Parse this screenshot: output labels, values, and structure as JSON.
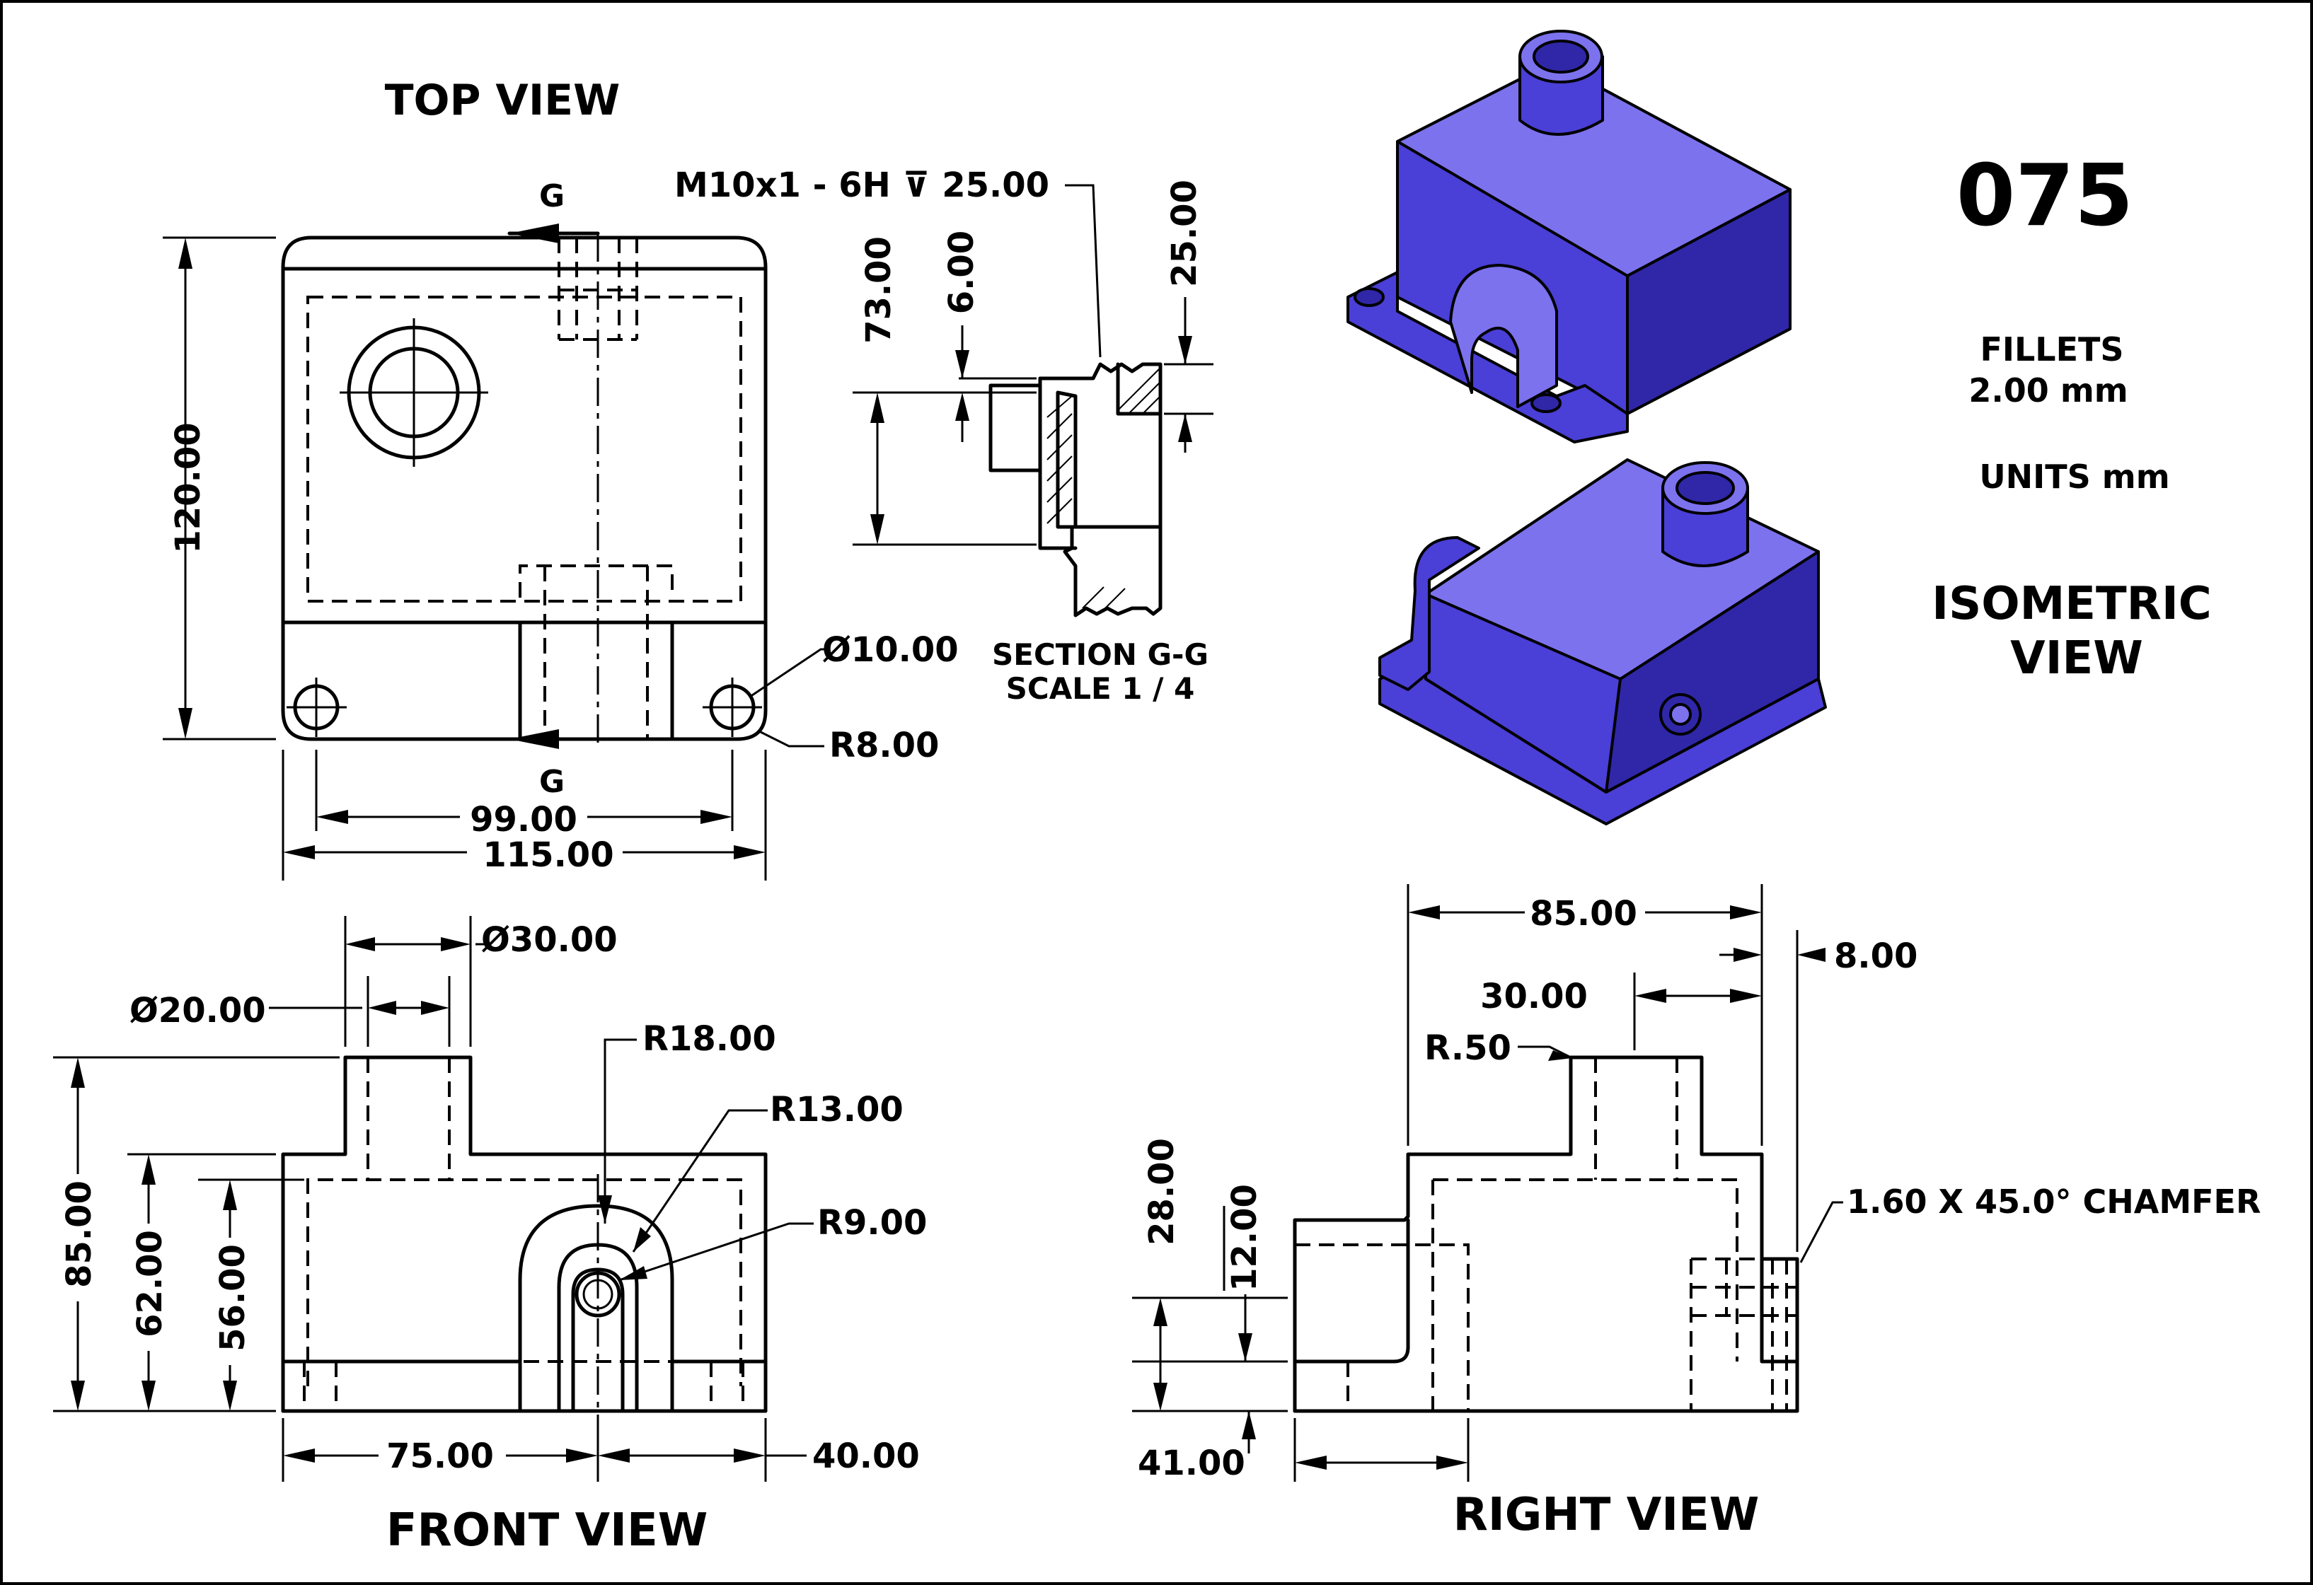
{
  "drawing": {
    "number": "075",
    "fillets_label": "FILLETS",
    "fillets_value": "2.00 mm",
    "units": "UNITS mm",
    "isometric_line1": "ISOMETRIC",
    "isometric_line2": "VIEW"
  },
  "views": {
    "top": "TOP VIEW",
    "front": "FRONT VIEW",
    "right": "RIGHT VIEW",
    "section_line1": "SECTION G-G",
    "section_line2": "SCALE 1 / 4"
  },
  "section_marker": "G",
  "dimensions": {
    "top_height": "120.00",
    "top_inner_width": "99.00",
    "top_width": "115.00",
    "hole_dia": "Ø10.00",
    "corner_radius": "R8.00",
    "thread": "M10x1 - 6H ⊽ 25.00",
    "sec_73": "73.00",
    "sec_6": "6.00",
    "sec_25": "25.00",
    "boss_outer": "Ø30.00",
    "boss_inner": "Ø20.00",
    "r18": "R18.00",
    "r13": "R13.00",
    "r9": "R9.00",
    "front_85": "85.00",
    "front_62": "62.00",
    "front_56": "56.00",
    "front_75": "75.00",
    "front_40": "40.00",
    "right_85": "85.00",
    "right_30": "30.00",
    "right_8": "8.00",
    "right_r50": "R.50",
    "right_28": "28.00",
    "right_12": "12.00",
    "right_41": "41.00",
    "chamfer": "1.60 X 45.0° CHAMFER"
  },
  "colors": {
    "iso_fill": "#4a3fd6",
    "line": "#000000"
  }
}
